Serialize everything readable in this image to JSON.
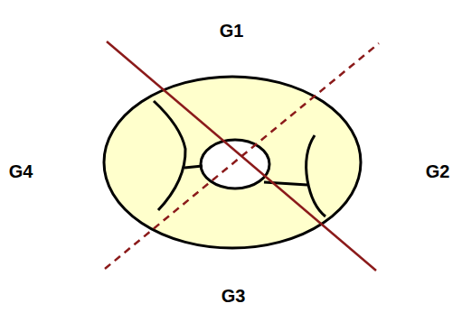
{
  "diagram": {
    "labels": [
      "G1",
      "G2",
      "G3",
      "G4"
    ]
  }
}
